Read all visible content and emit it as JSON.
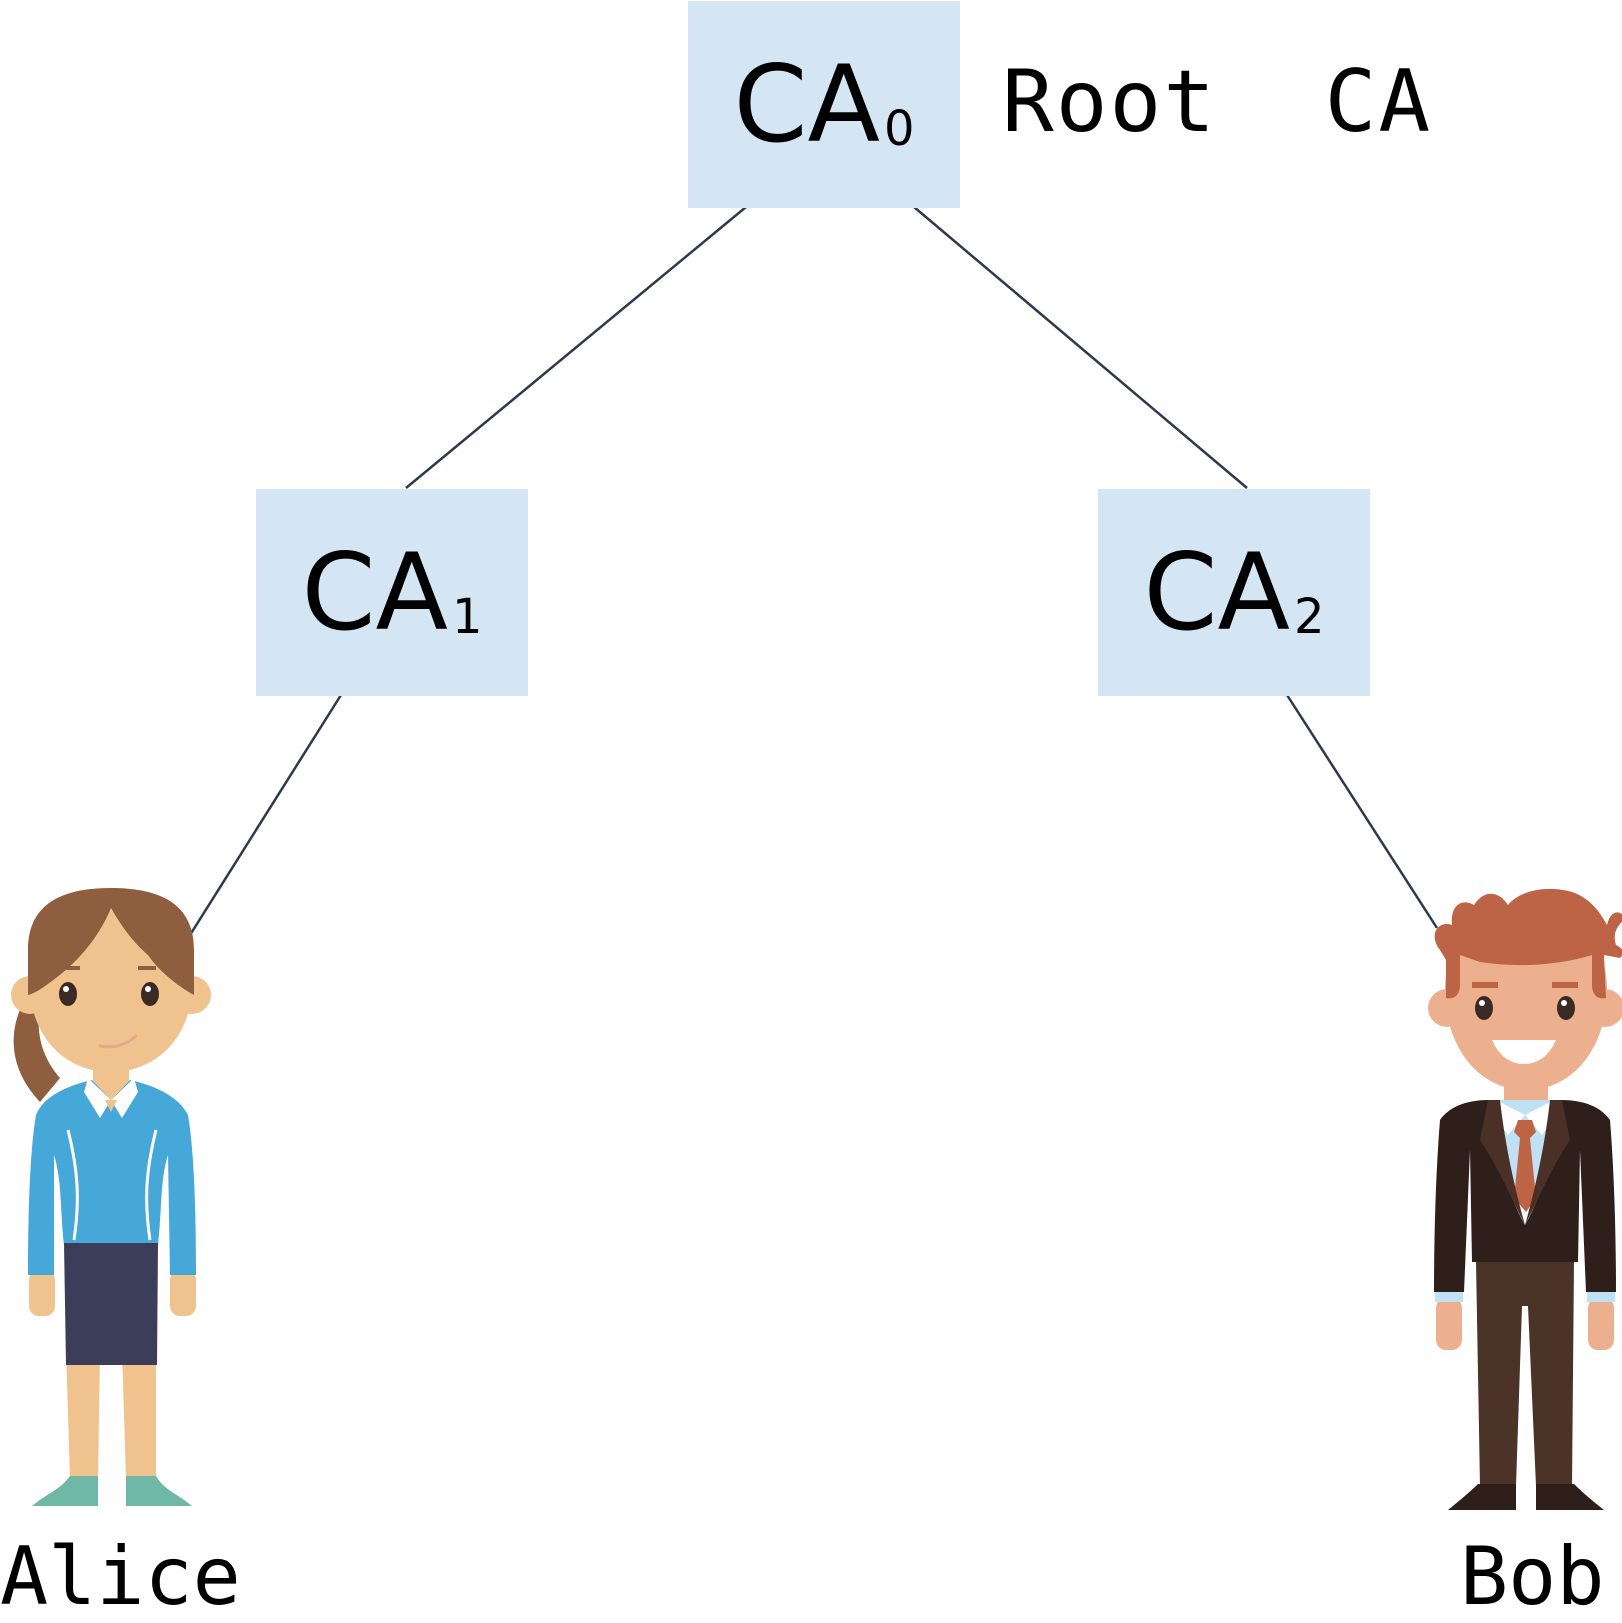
{
  "nodes": {
    "ca0": {
      "name": "CA",
      "sub": "0"
    },
    "ca1": {
      "name": "CA",
      "sub": "1"
    },
    "ca2": {
      "name": "CA",
      "sub": "2"
    }
  },
  "root_label": "Root  CA",
  "people": {
    "alice": "Alice",
    "bob": "Bob"
  },
  "colors": {
    "node_fill": "#d4e6f4",
    "edge": "#2c3a4c"
  }
}
